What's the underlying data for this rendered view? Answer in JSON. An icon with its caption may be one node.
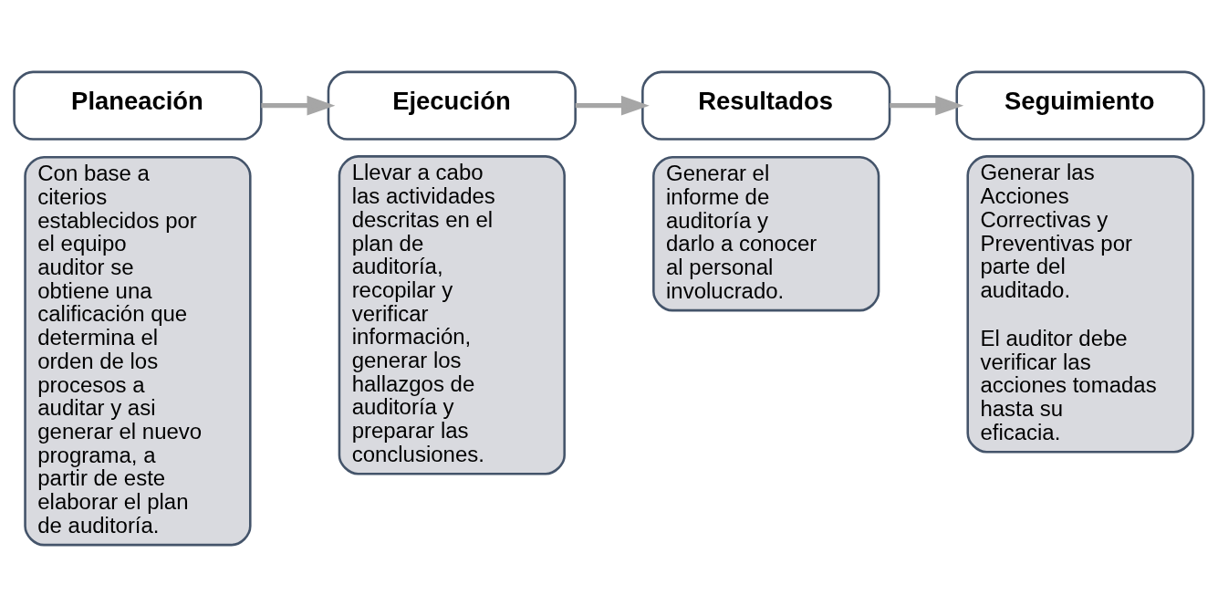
{
  "diagram": {
    "nodes": [
      {
        "text": [
          "Planeación"
        ]
      },
      {
        "text": [
          "Con base a citerios establecidos por el equipo auditor se obtiene una calificación que determina el orden de los procesos a auditar y asi generar el nuevo programa, a partir de este elaborar el plan de auditoría."
        ]
      },
      {
        "text": [
          "Ejecución"
        ]
      },
      {
        "text": [
          "Llevar a cabo las actividades descritas en el plan de auditoría, recopilar y verificar información, generar los hallazgos de auditoría y preparar las conclusiones."
        ]
      },
      {
        "text": [
          "Resultados"
        ]
      },
      {
        "text": [
          "Generar el informe de auditoría y darlo a conocer al personal involucrado."
        ]
      },
      {
        "text": [
          "Seguimiento"
        ]
      },
      {
        "text": [
          "Generar las Acciones Correctivas y Preventivas por parte del auditado.",
          "El auditor debe verificar las acciones tomadas hasta su eficacia."
        ]
      }
    ],
    "edges": [
      {
        "from": 0,
        "to": 2,
        "arrow": "to"
      },
      {
        "from": 2,
        "to": 4,
        "arrow": "to"
      },
      {
        "from": 4,
        "to": 6,
        "arrow": "to"
      }
    ]
  }
}
